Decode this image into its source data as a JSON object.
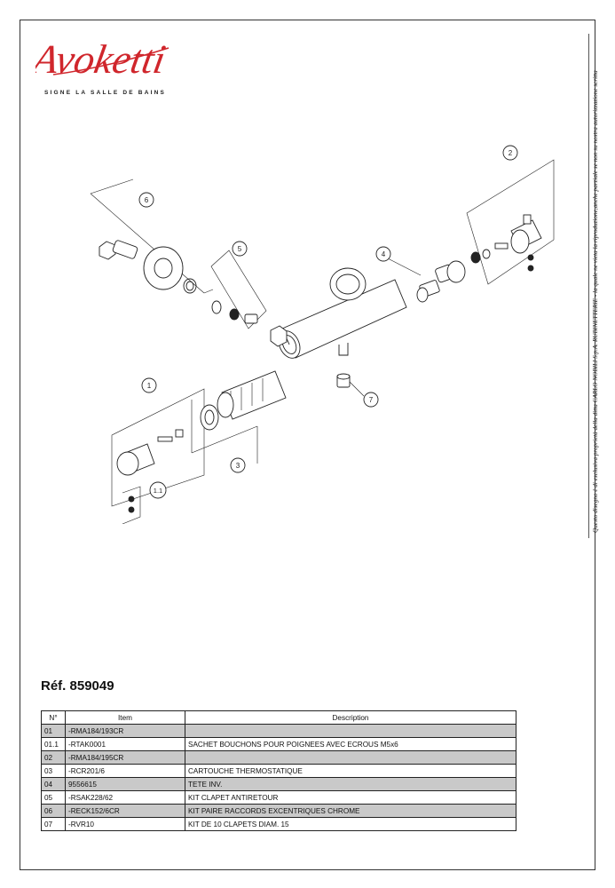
{
  "brand": {
    "logo_text": "Avoketti",
    "tagline": "SIGNE LA SALLE DE BAINS",
    "accent_color": "#d0262c"
  },
  "side_note": "Questo disegno è di esclusiva proprietà della ditta CARLO NOBILI S.p.A. RUBINETTERIE - la quale ne vieta la riproduzione,anche parziale se non su nostra autorizzazione scritta",
  "callouts": [
    "6",
    "5",
    "4",
    "2",
    "1",
    "1.1",
    "3",
    "7"
  ],
  "reference": "Réf. 859049",
  "table": {
    "headers": [
      "N°",
      "Item",
      "Description"
    ],
    "rows": [
      {
        "n": "01",
        "item": "-RMA184/193CR",
        "desc": "",
        "shaded": true
      },
      {
        "n": "01.1",
        "item": "-RTAK0001",
        "desc": "SACHET BOUCHONS POUR POIGNEES AVEC ECROUS M5x6",
        "shaded": false
      },
      {
        "n": "02",
        "item": "-RMA184/195CR",
        "desc": "",
        "shaded": true
      },
      {
        "n": "03",
        "item": "-RCR201/6",
        "desc": "CARTOUCHE THERMOSTATIQUE",
        "shaded": false
      },
      {
        "n": "04",
        "item": "9556615",
        "desc": "TETE INV.",
        "shaded": true
      },
      {
        "n": "05",
        "item": "-RSAK228/62",
        "desc": "KIT CLAPET ANTIRETOUR",
        "shaded": false
      },
      {
        "n": "06",
        "item": "-RECK152/6CR",
        "desc": "KIT PAIRE RACCORDS EXCENTRIQUES CHROME",
        "shaded": true
      },
      {
        "n": "07",
        "item": "-RVR10",
        "desc": "KIT DE 10 CLAPETS DIAM. 15",
        "shaded": false
      }
    ]
  }
}
